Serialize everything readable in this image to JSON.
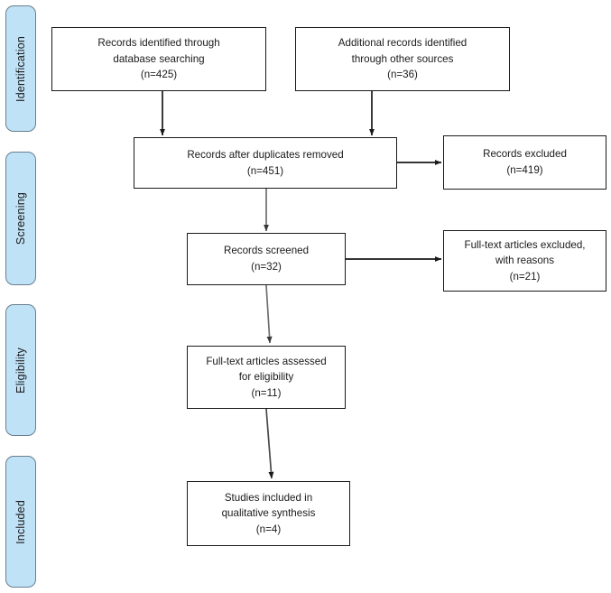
{
  "diagram": {
    "type": "prisma-flow-diagram",
    "background_color": "#ffffff",
    "stage_fill_color": "#bfe2f7",
    "stage_border_color": "#6a7f90",
    "box_border_color": "#1a1a1a",
    "arrow_color_black": "#1a1a1a",
    "arrow_color_gray": "#6e6e6e"
  },
  "stages": [
    {
      "label": "Identification"
    },
    {
      "label": "Screening"
    },
    {
      "label": "Eligibility"
    },
    {
      "label": "Included"
    }
  ],
  "boxes": {
    "records_identified": {
      "lines": [
        "Records identified through",
        "database searching",
        "(n=425)"
      ],
      "count": 425
    },
    "additional_records": {
      "lines": [
        "Additional records identified",
        "through other sources",
        "(n=36)"
      ],
      "count": 36
    },
    "duplicates_removed": {
      "lines": [
        "Records after duplicates removed",
        "(n=451)"
      ],
      "count": 451
    },
    "records_excluded": {
      "lines": [
        "Records excluded",
        "(n=419)"
      ],
      "count": 419
    },
    "records_screened": {
      "lines": [
        "Records screened",
        "(n=32)"
      ],
      "count": 32
    },
    "fulltext_excluded": {
      "lines": [
        "Full-text articles excluded,",
        "with reasons",
        "(n=21)"
      ],
      "count": 21
    },
    "fulltext_assessed": {
      "lines": [
        "Full-text articles assessed",
        "for eligibility",
        "(n=11)"
      ],
      "count": 11
    },
    "studies_included": {
      "lines": [
        "Studies included in",
        "qualitative synthesis",
        "(n=4)"
      ],
      "count": 4
    }
  }
}
